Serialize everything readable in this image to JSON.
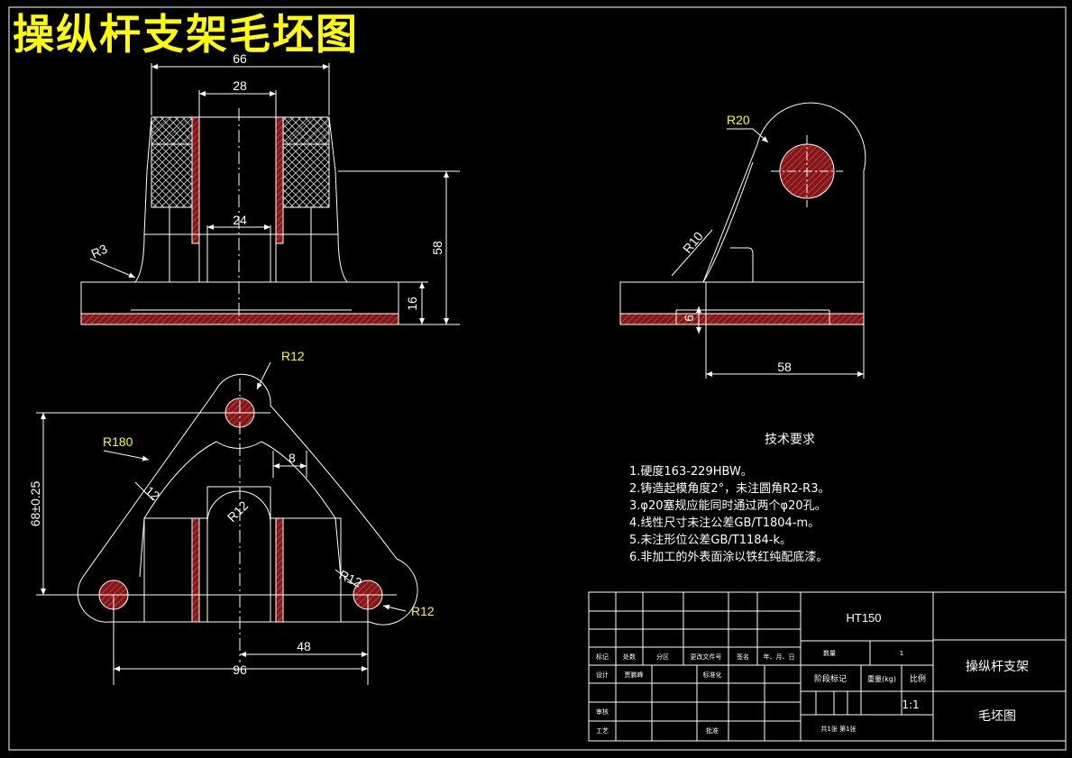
{
  "title": "操纵杆支架毛坯图",
  "front_view": {
    "dim_width": "66",
    "dim_bore_outer": "28",
    "dim_bore_inner": "24",
    "dim_height": "58",
    "dim_base_thickness": "16",
    "fillet": "R3"
  },
  "side_view": {
    "radius_top": "R20",
    "radius_fillet": "R10",
    "dim_base_thickness": "6",
    "dim_length": "58"
  },
  "top_view": {
    "radius_top_hole": "R12",
    "radius_arc": "R180",
    "radius_right_hole": "R12",
    "radius_bottom_right": "R12",
    "radius_inner": "R12",
    "dim_12": "12",
    "dim_8": "8",
    "dim_height": "68±0.25",
    "dim_48": "48",
    "dim_96": "96"
  },
  "tech_requirements": {
    "heading": "技术要求",
    "items": [
      "1.硬度163-229HBW。",
      "2.铸造起模角度2°，未注圆角R2-R3。",
      "3.φ20塞规应能同时通过两个φ20孔。",
      "4.线性尺寸未注公差GB/T1804-m。",
      "5.未注形位公差GB/T1184-k。",
      "6.非加工的外表面涂以铁红纯配底漆。"
    ]
  },
  "title_block": {
    "material": "HT150",
    "part_name": "操纵杆支架",
    "drawing_name": "毛坯图",
    "scale": "1:1",
    "qty_value": "1",
    "labels": {
      "mark": "标记",
      "count": "处数",
      "zone": "分区",
      "doc_no": "更改文件号",
      "sign": "签名",
      "date": "年、月、日",
      "design": "设计",
      "design_who": "贾鹏峰",
      "standardize": "标准化",
      "review": "审核",
      "process": "工艺",
      "approve": "批准",
      "stage": "阶段标记",
      "weight": "重量(kg)",
      "scale_label": "比例",
      "qty": "数量",
      "sheets": "共1张  第1张"
    }
  }
}
